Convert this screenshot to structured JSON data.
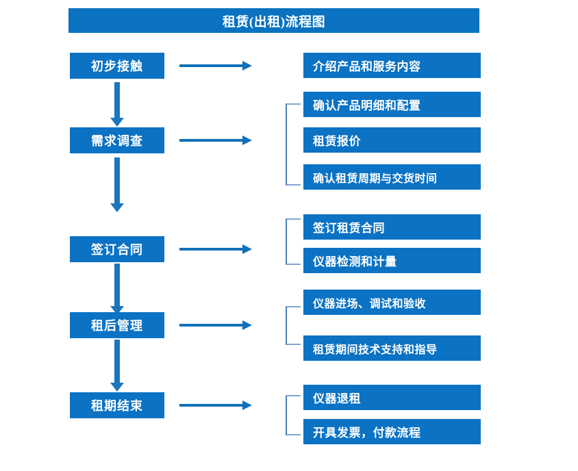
{
  "diagram": {
    "title": "租赁(出租)流程图",
    "colors": {
      "title_bar": "#0a72c0",
      "box_fill": "#0b72c4",
      "box_text": "#ffffff",
      "arrow": "#1270b8",
      "bracket": "#4a7fbd",
      "background": "#ffffff"
    },
    "stages": [
      {
        "label": "初步接触"
      },
      {
        "label": "需求调查"
      },
      {
        "label": "签订合同"
      },
      {
        "label": "租后管理"
      },
      {
        "label": "租期结束"
      }
    ],
    "details": [
      {
        "label": "介绍产品和服务内容"
      },
      {
        "label": "确认产品明细和配置"
      },
      {
        "label": "租赁报价"
      },
      {
        "label": "确认租赁周期与交货时间"
      },
      {
        "label": "签订租赁合同"
      },
      {
        "label": "仪器检测和计量"
      },
      {
        "label": "仪器进场、调试和验收"
      },
      {
        "label": "租赁期间技术支持和指导"
      },
      {
        "label": "仪器退租"
      },
      {
        "label": "开具发票，付款流程"
      }
    ]
  }
}
